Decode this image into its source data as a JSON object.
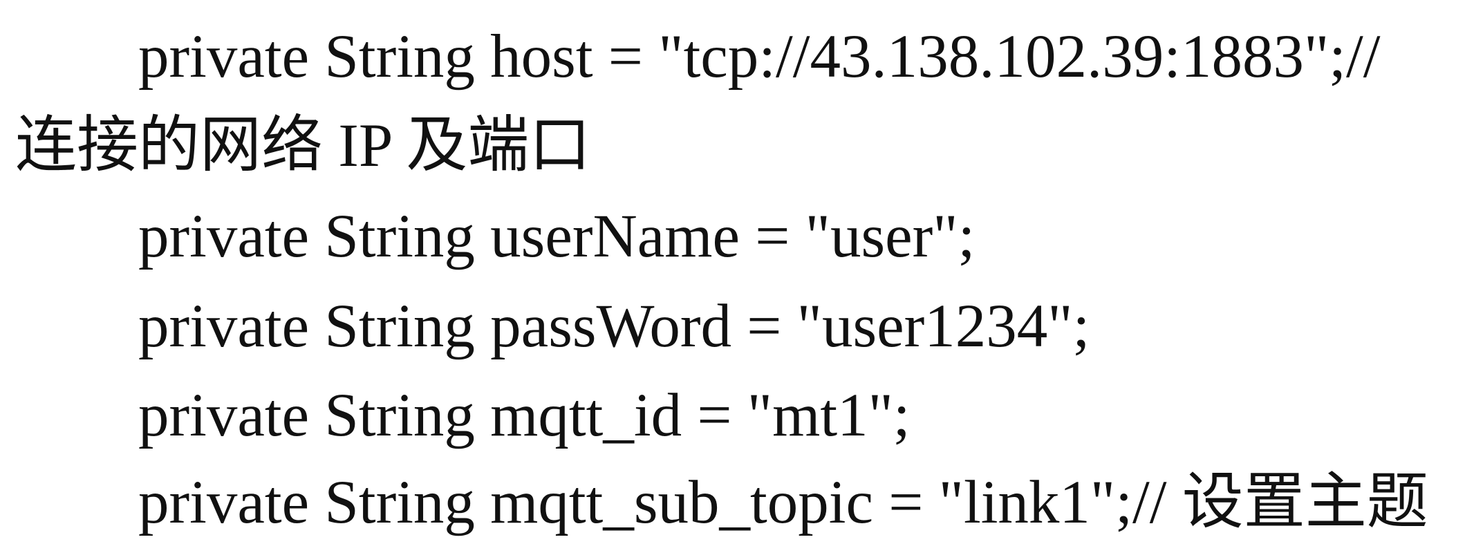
{
  "lines": [
    "private String host = \"tcp://43.138.102.39:1883\";//",
    "连接的网络 IP 及端口",
    "private String userName = \"user\";",
    "private String passWord = \"user1234\";",
    "private String mqtt_id = \"mt1\";",
    "private String mqtt_sub_topic = \"link1\";// 设置主题"
  ]
}
